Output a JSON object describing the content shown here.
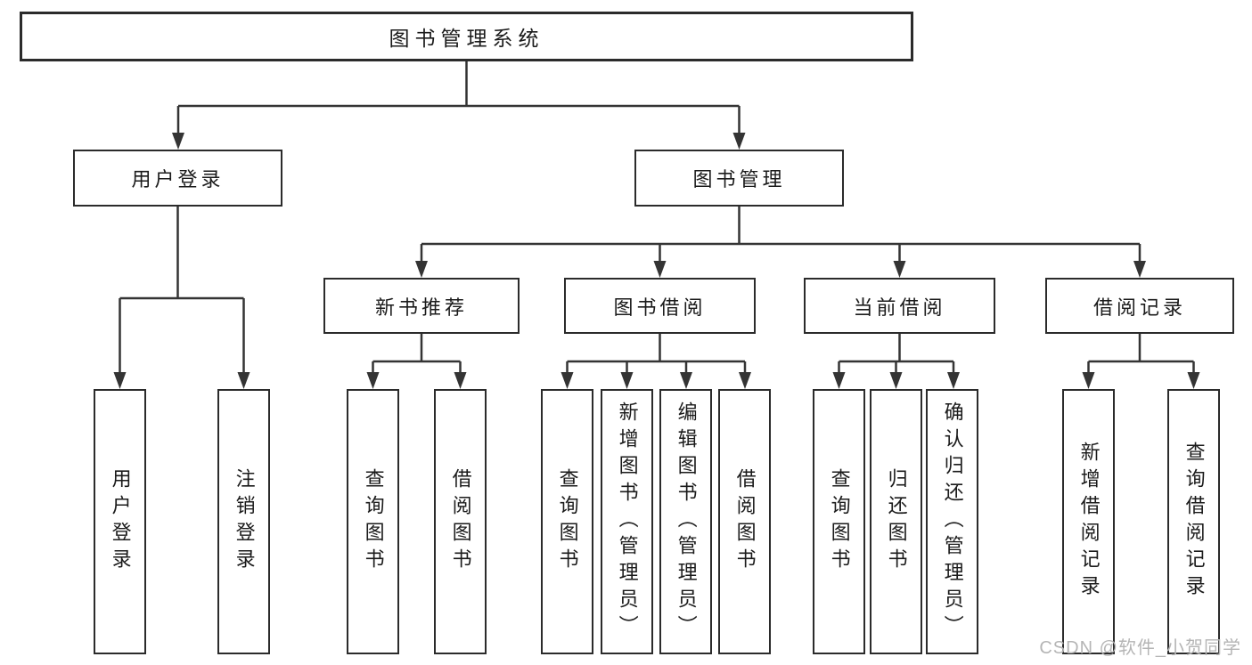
{
  "diagram": {
    "root": {
      "label": "图书管理系统"
    },
    "level2": [
      {
        "label": "用户登录"
      },
      {
        "label": "图书管理"
      }
    ],
    "level3": [
      {
        "label": "新书推荐"
      },
      {
        "label": "图书借阅"
      },
      {
        "label": "当前借阅"
      },
      {
        "label": "借阅记录"
      }
    ],
    "leaves": [
      {
        "label": "用户登录"
      },
      {
        "label": "注销登录"
      },
      {
        "label": "查询图书"
      },
      {
        "label": "借阅图书"
      },
      {
        "label": "查询图书"
      },
      {
        "label": "新增图书（管理员）"
      },
      {
        "label": "编辑图书（管理员）"
      },
      {
        "label": "借阅图书"
      },
      {
        "label": "查询图书"
      },
      {
        "label": "归还图书"
      },
      {
        "label": "确认归还（管理员）"
      },
      {
        "label": "新增借阅记录"
      },
      {
        "label": "查询借阅记录"
      }
    ]
  },
  "watermark": {
    "text": "CSDN @软件_小贺同学"
  },
  "colors": {
    "line": "#343434",
    "box_border": "#2b2b2b",
    "text": "#1b1b1b",
    "watermark": "#b5b5b5",
    "background": "#ffffff"
  }
}
